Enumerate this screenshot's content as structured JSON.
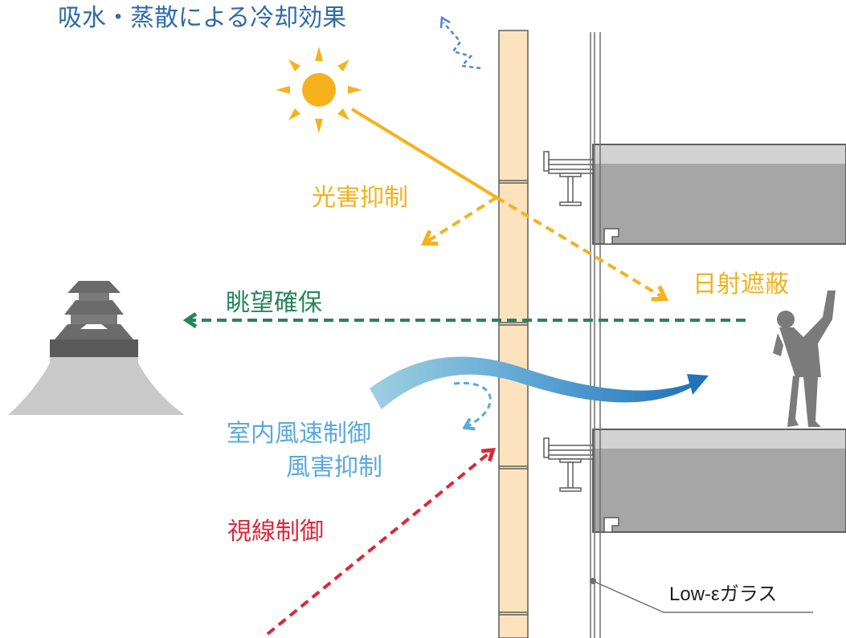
{
  "labels": {
    "cooling": "吸水・蒸散による冷却効果",
    "glare": "光害抑制",
    "solar_shading": "日射遮蔽",
    "view": "眺望確保",
    "wind_line1": "室内風速制御",
    "wind_line2": "風害抑制",
    "sightline": "視線制御",
    "glass": "Low-εガラス"
  },
  "colors": {
    "cooling": "#2f6aa8",
    "sun": "#f5b21d",
    "view": "#27845a",
    "wind": "#5aa9dd",
    "sightline": "#d8293a",
    "terracotta": "#fde3bd",
    "concrete": "#a6a6a6",
    "silhouette": "#7b7b7b"
  },
  "icons": [
    "sun-icon",
    "castle-icon",
    "person-icon",
    "i-beam-icon"
  ]
}
